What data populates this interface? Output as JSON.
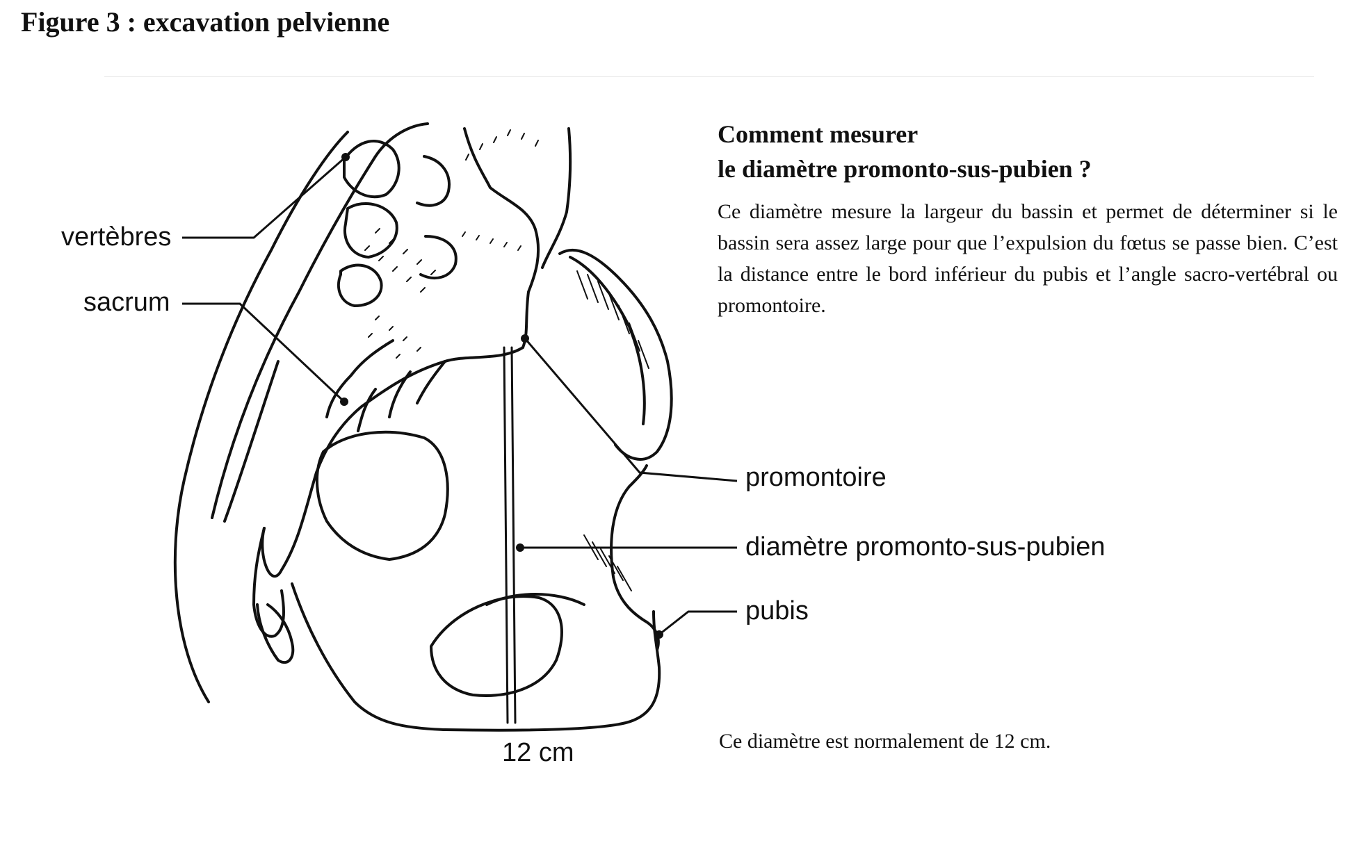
{
  "figure_title": "Figure 3 : excavation pelvienne",
  "labels": {
    "vertebres": "vertèbres",
    "sacrum": "sacrum",
    "promontoire": "promontoire",
    "diametre": "diamètre promonto-sus-pubien",
    "pubis": "pubis",
    "measure": "12 cm"
  },
  "info": {
    "heading_line1": "Comment mesurer",
    "heading_line2": "le diamètre promonto-sus-pubien ?",
    "body": "Ce diamètre mesure la largeur du bassin et permet de déterminer si le bassin sera assez large pour que l’expulsion du fœtus se passe bien. C’est la distance entre le bord inférieur du pubis et l’angle sacro-vertébral ou promontoire.",
    "note": "Ce diamètre est normalement de 12 cm."
  },
  "colors": {
    "ink": "#111111",
    "background": "#ffffff"
  }
}
